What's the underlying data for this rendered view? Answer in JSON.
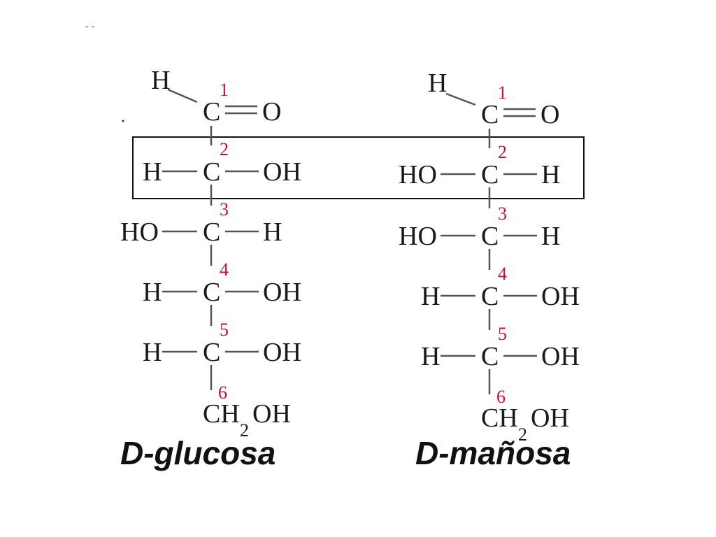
{
  "page": {
    "corner_mark": "- -"
  },
  "colors": {
    "atom": "#1a1a1a",
    "carbon_number": "#c8102e",
    "bond": "#555555",
    "frame": "#111111"
  },
  "molecules": [
    {
      "name": "D-glucosa",
      "top": {
        "left": "H",
        "center": "C",
        "right": "O",
        "number": "1"
      },
      "rows": [
        {
          "number": "2",
          "left": "H",
          "center": "C",
          "right": "OH"
        },
        {
          "number": "3",
          "left": "HO",
          "center": "C",
          "right": "H"
        },
        {
          "number": "4",
          "left": "H",
          "center": "C",
          "right": "OH"
        },
        {
          "number": "5",
          "left": "H",
          "center": "C",
          "right": "OH"
        }
      ],
      "bottom": {
        "number": "6",
        "main": "CH",
        "subscript": "2",
        "tail": "OH"
      }
    },
    {
      "name": "D-mañosa",
      "top": {
        "left": "H",
        "center": "C",
        "right": "O",
        "number": "1"
      },
      "rows": [
        {
          "number": "2",
          "left": "HO",
          "center": "C",
          "right": "H"
        },
        {
          "number": "3",
          "left": "HO",
          "center": "C",
          "right": "H"
        },
        {
          "number": "4",
          "left": "H",
          "center": "C",
          "right": "OH"
        },
        {
          "number": "5",
          "left": "H",
          "center": "C",
          "right": "OH"
        }
      ],
      "bottom": {
        "number": "6",
        "main": "CH",
        "subscript": "2",
        "tail": "OH"
      }
    }
  ]
}
